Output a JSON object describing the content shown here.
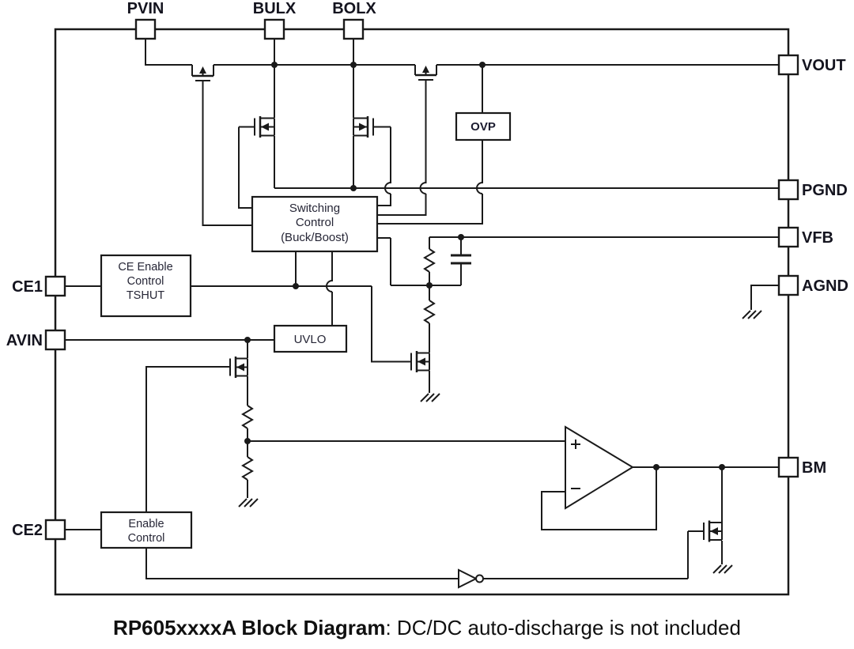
{
  "diagram": {
    "pins": {
      "pvin": "PVIN",
      "bulx": "BULX",
      "bolx": "BOLX",
      "vout": "VOUT",
      "pgnd": "PGND",
      "vfb": "VFB",
      "agnd": "AGND",
      "bm": "BM",
      "ce1": "CE1",
      "avin": "AVIN",
      "ce2": "CE2"
    },
    "blocks": {
      "ovp": "OVP",
      "switching_control": {
        "line1": "Switching",
        "line2": "Control",
        "line3": "(Buck/Boost)"
      },
      "ce_enable_control": {
        "line1": "CE Enable",
        "line2": "Control",
        "line3": "TSHUT"
      },
      "uvlo": "UVLO",
      "enable_control": {
        "line1": "Enable",
        "line2": "Control"
      }
    },
    "opamp": {
      "plus": "+",
      "minus": "−"
    },
    "caption": {
      "bold": "RP605xxxxA Block Diagram",
      "rest": ": DC/DC auto-discharge is not included"
    },
    "colors": {
      "line": "#1a1a1a",
      "text": "#14141f",
      "background": "#ffffff"
    }
  }
}
